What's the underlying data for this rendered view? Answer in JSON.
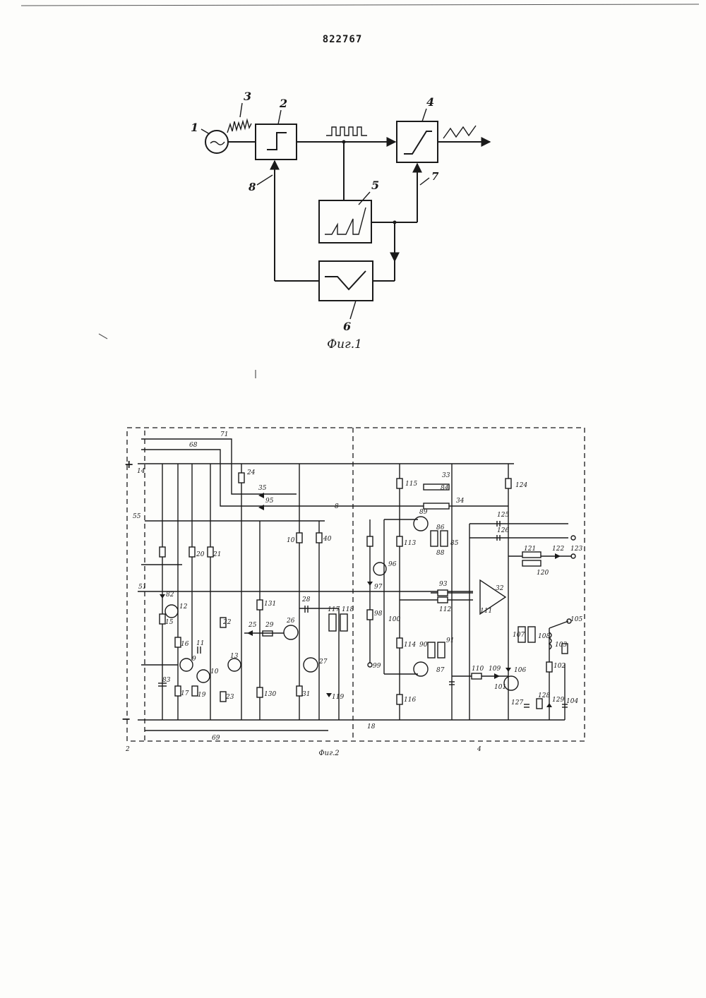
{
  "header": {
    "patent_number": "822767"
  },
  "figure1": {
    "caption": "Фиг.1",
    "labels": {
      "source": "1",
      "block2": "2",
      "signal": "3",
      "block4": "4",
      "block5": "5",
      "block6": "6",
      "line7": "7",
      "line8": "8"
    }
  },
  "figure2": {
    "caption": "Фиг.2",
    "rails": {
      "plus": "+",
      "minus": "−",
      "n14": "14",
      "n55": "55",
      "n51": "51",
      "n68": "68",
      "n71": "71",
      "n69": "69",
      "corner_left": "2",
      "corner_right": "4",
      "n18": "18"
    },
    "components": {
      "r24": "24",
      "d35": "35",
      "d95": "95",
      "wire8": "8",
      "r10": "10",
      "r40": "40",
      "d82": "82",
      "q12": "12",
      "r15": "15",
      "r16": "16",
      "r20": "20",
      "r21": "21",
      "c11": "11",
      "q9": "9",
      "q10": "10",
      "r17": "17",
      "r19": "19",
      "c83": "83",
      "r22": "22",
      "q13": "13",
      "r23": "23",
      "r131": "131",
      "r130": "130",
      "d25": "25",
      "r29": "29",
      "c28": "28",
      "q26": "26",
      "q27": "27",
      "r31": "31",
      "r117": "117",
      "r118": "118",
      "d119": "119",
      "r115": "115",
      "r33": "33",
      "r34": "34",
      "r84": "84",
      "q89": "89",
      "r86": "86",
      "r88": "88",
      "r85": "85",
      "r113": "113",
      "q96": "96",
      "d97": "97",
      "r98": "98",
      "r100": "100",
      "n99": "99",
      "r114": "114",
      "r93": "93",
      "r112": "112",
      "amp32": "32",
      "r111": "111",
      "r124": "124",
      "c125": "125",
      "c126": "126",
      "r121": "121",
      "r120": "120",
      "d122": "122",
      "out123": "123",
      "r90": "90",
      "r91": "91",
      "q87": "87",
      "r116": "116",
      "r110": "110",
      "d109": "109",
      "d106": "106",
      "q101": "101",
      "r107": "107",
      "r108": "108",
      "c127": "127",
      "r128": "128",
      "d129": "129",
      "r102": "102",
      "r103": "103",
      "out105": "105",
      "c104": "104"
    }
  }
}
